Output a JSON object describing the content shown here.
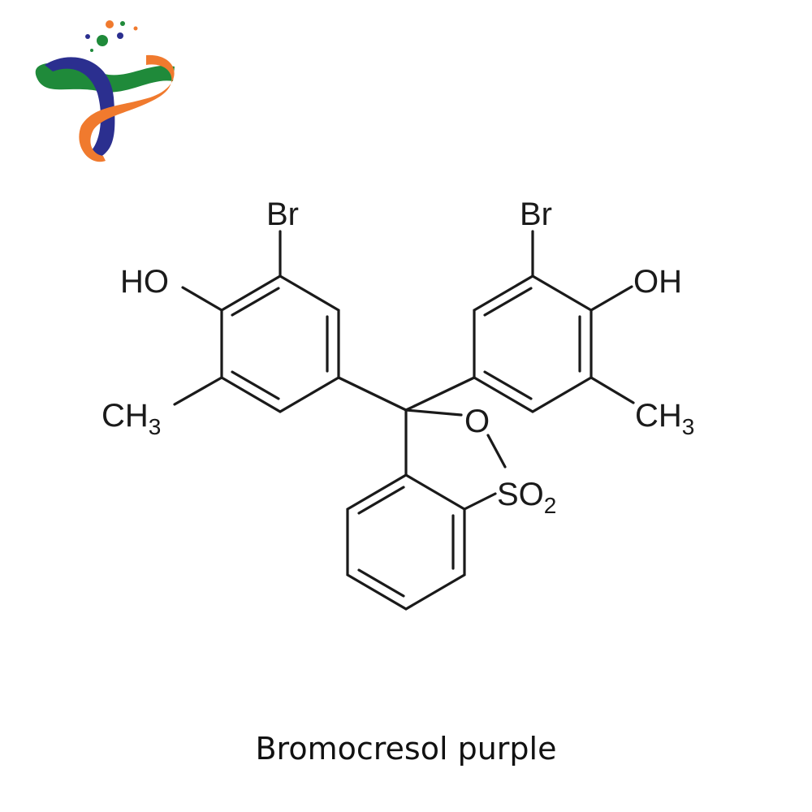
{
  "logo": {
    "icon": "infinity-loop-logo-icon",
    "colors": {
      "green": "#1f8a3a",
      "navy": "#2b2f8f",
      "orange": "#f07a2e"
    }
  },
  "molecule": {
    "name": "Bromocresol purple",
    "labels": {
      "br_left": "Br",
      "br_right": "Br",
      "ho_left": "HO",
      "oh_right": "OH",
      "ch3_left": "CH",
      "ch3_left_sub": "3",
      "ch3_right": "CH",
      "ch3_right_sub": "3",
      "o_ring": "O",
      "so2": "SO",
      "so2_sub": "2"
    }
  },
  "caption": "Bromocresol purple"
}
